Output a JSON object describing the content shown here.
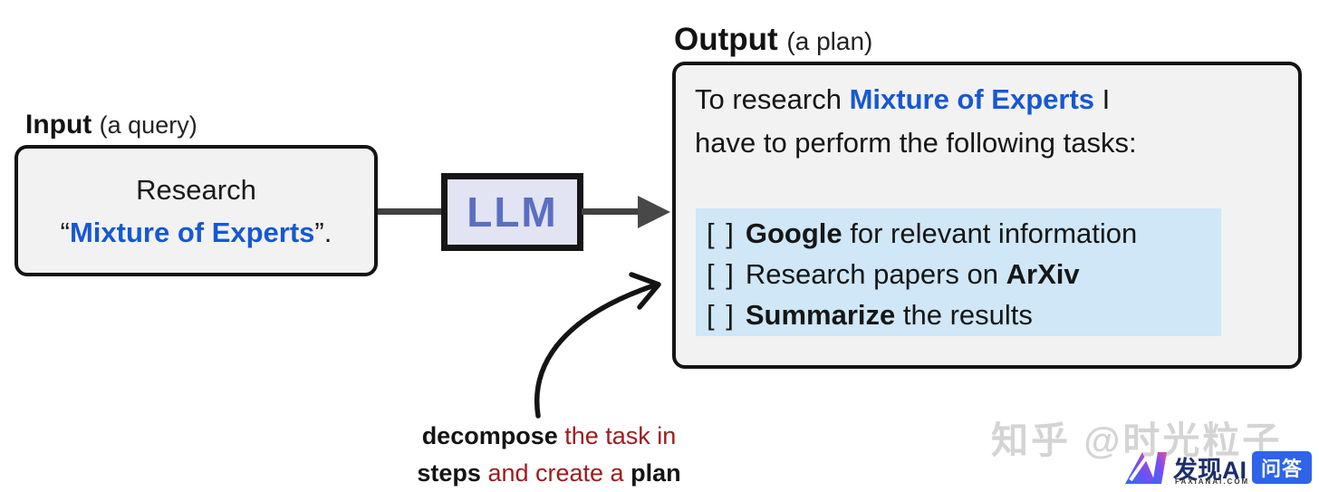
{
  "colors": {
    "accent_blue": "#1658d3",
    "annotation_red": "#9e1b1b",
    "box_bg": "#f2f2f2",
    "box_border": "#141414",
    "llm_bg": "#e2e4f3",
    "llm_text": "#5a6fc2",
    "task_highlight_bg": "#cfe7f7",
    "arrow_gray": "#484848",
    "brand_navy": "#1b2d6b",
    "badge_blue": "#2e63ea",
    "watermark_gray": "#a0a0a0"
  },
  "input": {
    "label_bold": "Input",
    "label_note": "(a query)",
    "line1": "Research",
    "quote_open": "“",
    "query": "Mixture of Experts",
    "quote_close": "”."
  },
  "llm": {
    "label": "LLM"
  },
  "output": {
    "label_bold": "Output",
    "label_note": "(a plan)",
    "intro_pre": "To research ",
    "intro_bold": "Mixture of Experts",
    "intro_post": " I",
    "intro_line2": "have to perform the following tasks:",
    "tasks": [
      {
        "checkbox": "[ ]",
        "pre": "",
        "bold": "Google",
        "post": " for relevant information"
      },
      {
        "checkbox": "[ ]",
        "pre": "Research papers on ",
        "bold": "ArXiv",
        "post": ""
      },
      {
        "checkbox": "[ ]",
        "pre": "",
        "bold": "Summarize",
        "post": " the results"
      }
    ]
  },
  "annotation": {
    "line1_bold": "decompose",
    "line1_red": " the task in",
    "line2_bold1": "steps",
    "line2_red": " and create a ",
    "line2_bold2": "plan"
  },
  "watermark": {
    "text": "知乎 @时光粒子"
  },
  "brand": {
    "name": "发现AI",
    "domain": "FAXIANAI.COM",
    "badge": "问答"
  }
}
